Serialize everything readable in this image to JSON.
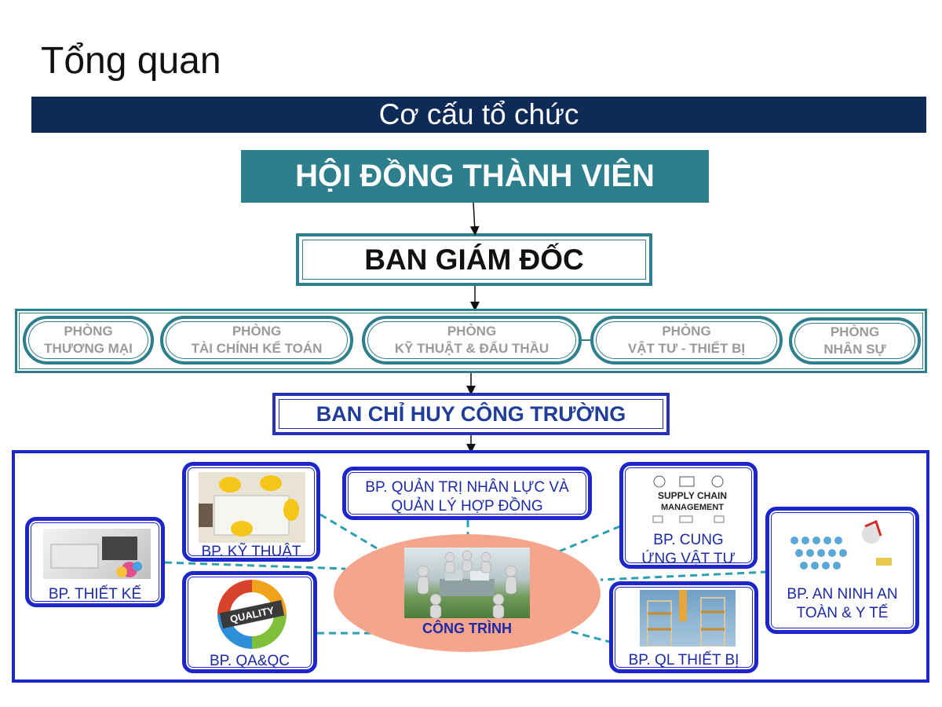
{
  "page_title": "Tổng quan",
  "section_title": "Cơ cấu tổ chức",
  "board": "HỘI ĐỒNG THÀNH VIÊN",
  "directors": "BAN GIÁM ĐỐC",
  "departments": [
    {
      "line1": "PHÒNG",
      "line2": "THƯƠNG MẠI"
    },
    {
      "line1": "PHÒNG",
      "line2": "TÀI CHÍNH KẾ TOÁN"
    },
    {
      "line1": "PHÒNG",
      "line2": "KỸ THUẬT & ĐẤU THẦU"
    },
    {
      "line1": "PHÒNG",
      "line2": "VẬT TƯ  - THIẾT BỊ"
    },
    {
      "line1": "PHÒNG",
      "line2": "NHÂN SỰ"
    }
  ],
  "site_command": "BAN CHỈ HUY CÔNG TRƯỜNG",
  "hub": "CÔNG TRÌNH",
  "units": {
    "design": "BP. THIẾT KẾ",
    "technical": "BP. KỸ THUẬT",
    "qaqc": "BP. QA&QC",
    "hr_line1": "BP. QUẢN TRỊ NHÂN LỰC VÀ",
    "hr_line2": "QUẢN LÝ HỢP ĐỒNG",
    "supply_line1": "BP. CUNG",
    "supply_line2": "ỨNG VẬT TƯ",
    "equipment": "BP. QL THIẾT BỊ",
    "safety_line1": "BP. AN NINH AN",
    "safety_line2": "TOÀN & Y TẾ"
  },
  "images": {
    "supply_chain_line1": "SUPPLY CHAIN",
    "supply_chain_line2": "MANAGEMENT",
    "quality_word": "QUALITY"
  },
  "colors": {
    "navy": "#0e2a57",
    "teal": "#2e7f8e",
    "blue": "#1d27c9",
    "hub": "#f4a58b",
    "link": "#2aa0b0"
  }
}
